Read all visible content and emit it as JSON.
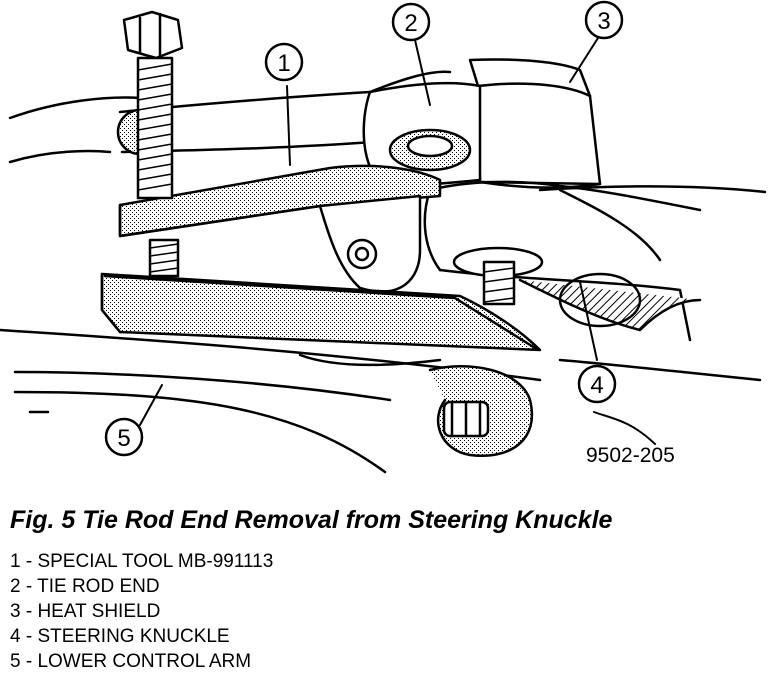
{
  "figure": {
    "drawing_code": "9502-205",
    "caption": "Fig. 5 Tie Rod End Removal from Steering Knuckle",
    "callouts": [
      "1",
      "2",
      "3",
      "4",
      "5"
    ]
  },
  "legend": [
    {
      "text": "1 - SPECIAL TOOL MB-991113"
    },
    {
      "text": "2 - TIE ROD END"
    },
    {
      "text": "3 - HEAT SHIELD"
    },
    {
      "text": "4 - STEERING KNUCKLE"
    },
    {
      "text": "5 - LOWER CONTROL ARM"
    }
  ]
}
